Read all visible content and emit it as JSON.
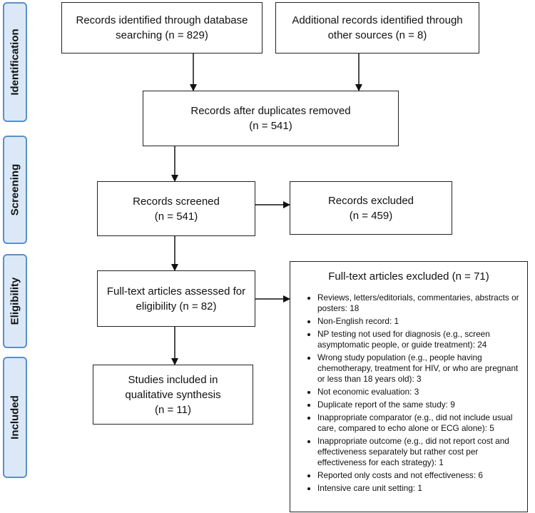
{
  "phases": {
    "identification": "Identification",
    "screening": "Screening",
    "eligibility": "Eligibility",
    "included": "Included"
  },
  "boxes": {
    "db_search": {
      "line1": "Records identified through database",
      "line2": "searching (n = 829)"
    },
    "other_sources": {
      "line1": "Additional records identified through",
      "line2": "other sources (n = 8)"
    },
    "after_duplicates": {
      "line1": "Records after duplicates removed",
      "line2": "(n = 541)"
    },
    "screened": {
      "line1": "Records screened",
      "line2": "(n = 541)"
    },
    "excluded": {
      "line1": "Records excluded",
      "line2": "(n = 459)"
    },
    "fulltext_assessed": {
      "line1": "Full-text articles assessed for",
      "line2": "eligibility (n = 82)"
    },
    "included": {
      "line1": "Studies included in",
      "line2": "qualitative synthesis",
      "line3": "(n = 11)"
    }
  },
  "fulltext_excluded": {
    "heading": "Full-text articles excluded (n = 71)",
    "reasons": [
      "Reviews, letters/editorials, commentaries, abstracts or posters: 18",
      "Non-English record: 1",
      "NP testing not used for diagnosis (e.g., screen asymptomatic people, or guide treatment): 24",
      "Wrong study population (e.g., people having chemotherapy, treatment for HIV, or who are pregnant or less than 18 years old): 3",
      "Not economic evaluation: 3",
      "Duplicate report of the same study: 9",
      "Inappropriate comparator (e.g., did not include usual care, compared to echo alone or ECG alone): 5",
      "Inappropriate outcome (e.g., did not report cost and effectiveness separately but rather cost per effectiveness for each strategy): 1",
      "Reported only costs and not effectiveness: 6",
      "Intensive care unit setting: 1"
    ]
  }
}
